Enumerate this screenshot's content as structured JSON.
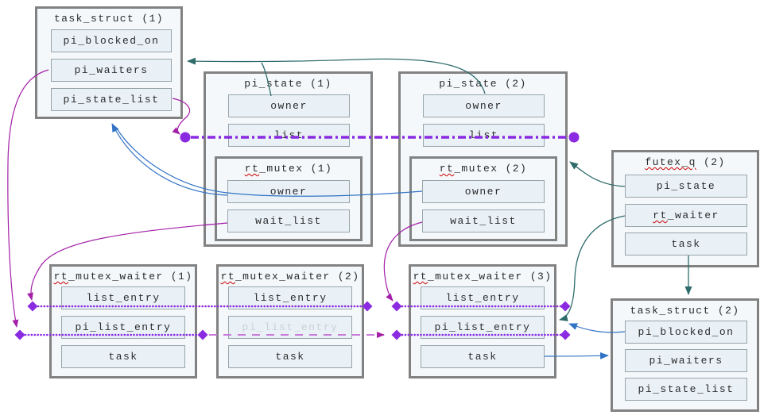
{
  "colors": {
    "teal": "#2f6b6b",
    "blue": "#3273c5",
    "magenta": "#a420a8",
    "violet": "#8a2be2",
    "violet_light": "#c87bd8",
    "box_border": "#828282",
    "box_fill": "#f4f8fa",
    "field_fill": "#e9f1f7",
    "field_border": "#97a5ab",
    "text": "#2b2b2b",
    "muted_text": "#c8d2d8",
    "squiggle": "#cc0000"
  },
  "boxes": {
    "ts1": {
      "mark": "",
      "rest": "task_struct (1)",
      "fields": [
        {
          "mark": "",
          "rest": "pi_blocked_on"
        },
        {
          "mark": "",
          "rest": "pi_waiters"
        },
        {
          "mark": "",
          "rest": "pi_state_list"
        }
      ]
    },
    "ps1": {
      "mark": "",
      "rest": "pi_state (1)",
      "fields": [
        {
          "mark": "",
          "rest": "owner"
        },
        {
          "mark": "",
          "rest": "list"
        }
      ]
    },
    "rm1": {
      "mark": "rt",
      "rest": "_mutex (1)",
      "fields": [
        {
          "mark": "",
          "rest": "owner"
        },
        {
          "mark": "",
          "rest": "wait_list"
        }
      ]
    },
    "ps2": {
      "mark": "",
      "rest": "pi_state (2)",
      "fields": [
        {
          "mark": "",
          "rest": "owner"
        },
        {
          "mark": "",
          "rest": "list"
        }
      ]
    },
    "rm2": {
      "mark": "rt",
      "rest": "_mutex (2)",
      "fields": [
        {
          "mark": "",
          "rest": "owner"
        },
        {
          "mark": "",
          "rest": "wait_list"
        }
      ]
    },
    "fq2": {
      "mark": "futex_q",
      "rest": " (2)",
      "fields": [
        {
          "mark": "",
          "rest": "pi_state"
        },
        {
          "mark": "rt",
          "rest": "_waiter"
        },
        {
          "mark": "",
          "rest": "task"
        }
      ]
    },
    "ts2": {
      "mark": "",
      "rest": "task_struct (2)",
      "fields": [
        {
          "mark": "",
          "rest": "pi_blocked_on"
        },
        {
          "mark": "",
          "rest": "pi_waiters"
        },
        {
          "mark": "",
          "rest": "pi_state_list"
        }
      ]
    },
    "w1": {
      "mark": "rt",
      "rest": "_mutex_waiter (1)",
      "fields": [
        {
          "mark": "",
          "rest": "list_entry"
        },
        {
          "mark": "",
          "rest": "pi_list_entry"
        },
        {
          "mark": "",
          "rest": "task"
        }
      ]
    },
    "w2": {
      "mark": "rt",
      "rest": "_mutex_waiter (2)",
      "fields": [
        {
          "mark": "",
          "rest": "list_entry"
        },
        {
          "mark": "",
          "rest": "pi_list_entry"
        },
        {
          "mark": "",
          "rest": "task"
        }
      ]
    },
    "w3": {
      "mark": "rt",
      "rest": "_mutex_waiter (3)",
      "fields": [
        {
          "mark": "",
          "rest": "list_entry"
        },
        {
          "mark": "",
          "rest": "pi_list_entry"
        },
        {
          "mark": "",
          "rest": "task"
        }
      ]
    }
  },
  "edges": [
    {
      "from": "pi_state (1).owner",
      "to": "task_struct (1)",
      "color": "teal",
      "style": "solid-arrow"
    },
    {
      "from": "pi_state (2).owner",
      "to": "task_struct (1)",
      "color": "teal",
      "style": "solid-arrow"
    },
    {
      "from": "rt_mutex (1).owner",
      "to": "task_struct (1)",
      "color": "blue",
      "style": "solid-arrow"
    },
    {
      "from": "rt_mutex (2).owner",
      "to": "task_struct (1)",
      "color": "blue",
      "style": "solid-arrow"
    },
    {
      "from": "task_struct (1).pi_state_list",
      "to": "pi_state (1).list / pi_state (2).list chain",
      "color": "magenta/violet",
      "style": "arrow to circle, dash-dot chain with circle ends"
    },
    {
      "from": "task_struct (1).pi_waiters",
      "to": "pi_list_entry chain start",
      "color": "magenta/violet",
      "style": "arrow to diamond, dotted chain"
    },
    {
      "from": "rt_mutex (1).wait_list",
      "to": "rt_mutex_waiter (1).list_entry chain start",
      "color": "magenta/violet",
      "style": "arrow to diamond, dotted chain"
    },
    {
      "from": "rt_mutex (2).wait_list",
      "to": "rt_mutex_waiter (3).list_entry chain start",
      "color": "magenta/violet",
      "style": "arrow to diamond, dotted chain"
    },
    {
      "from": "rt_mutex_waiter (1).pi_list_entry",
      "to": "rt_mutex_waiter (3).pi_list_entry (bypassing waiter 2)",
      "color": "violet_light",
      "style": "long-dash with magenta arrow"
    },
    {
      "from": "futex_q (2).pi_state",
      "to": "pi_state (2)",
      "color": "teal",
      "style": "solid-arrow"
    },
    {
      "from": "futex_q (2).rt_waiter",
      "to": "rt_mutex_waiter (3)",
      "color": "teal",
      "style": "solid-arrow"
    },
    {
      "from": "futex_q (2).task",
      "to": "task_struct (2)",
      "color": "teal",
      "style": "solid-arrow"
    },
    {
      "from": "task_struct (2).pi_blocked_on",
      "to": "rt_mutex_waiter (3)",
      "color": "blue",
      "style": "solid-arrow"
    },
    {
      "from": "rt_mutex_waiter (3).task",
      "to": "task_struct (2)",
      "color": "blue",
      "style": "solid-arrow"
    }
  ]
}
